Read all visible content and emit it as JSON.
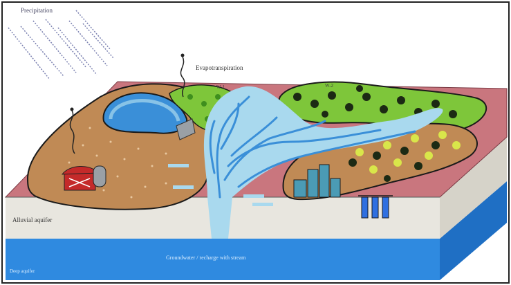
{
  "diagram": {
    "labels": {
      "precipitation": "Precipitation",
      "evapotranspiration": "Evapotranspiration",
      "wetland_1": "W-1",
      "wetland_2": "W-2",
      "alluvial_aquifer": "Alluvial aquifer",
      "groundwater_exchange": "Groundwater / recharge with stream",
      "deep_aquifer": "Deep aquifer"
    },
    "colors": {
      "land_surface": "#c9767e",
      "soil": "#c08a55",
      "aquifer_sediment": "#e8e6df",
      "deep_aquifer": "#2f8ae0",
      "river": "#a9d9ee",
      "river_channel": "#3a8fd8",
      "wetland": "#7ec63a",
      "trees": "#1c2a14",
      "shrubs": "#d9e64a",
      "barn": "#c42a2a",
      "city": "#4b9bb5"
    },
    "icons": [
      "rain-lines",
      "evaporation-arrow",
      "barn-icon",
      "city-skyline-icon",
      "well-pipes-icon",
      "dam-icon"
    ]
  }
}
